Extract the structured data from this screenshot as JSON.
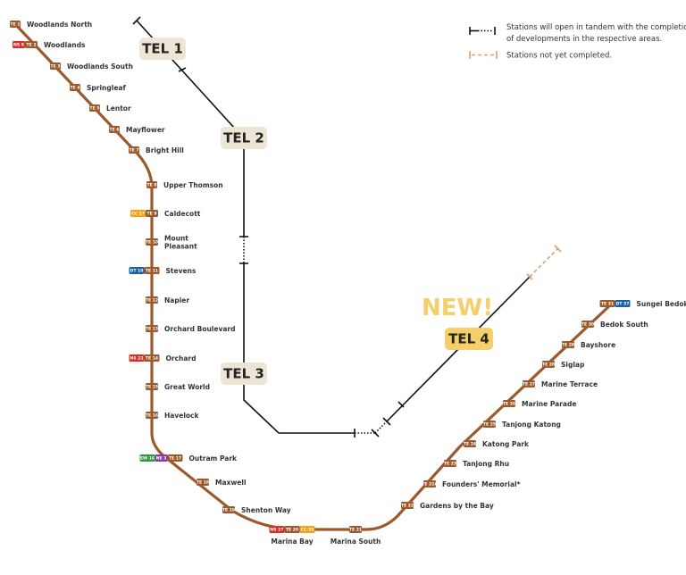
{
  "colors": {
    "tel": "#9c5a2c",
    "ns": "#d42e27",
    "cc": "#f4a01c",
    "dt": "#1960a8",
    "ew": "#2c9a3f",
    "ne": "#8d3c9e",
    "stage_badge": "#ede6d6",
    "new_badge": "#f5cf6a",
    "new_text": "#f5cf6a",
    "pending": "#d9a070"
  },
  "stages": {
    "tel1": "TEL 1",
    "tel2": "TEL 2",
    "tel3": "TEL 3",
    "tel4": "TEL 4",
    "new": "NEW!"
  },
  "legend": {
    "tandem_line1": "Stations will open in tandem with the completion",
    "tandem_line2": "of developments in the respective areas.",
    "not_completed": "Stations not yet completed."
  },
  "stations": [
    {
      "name": "Woodlands North",
      "codes": [
        {
          "text": "TE 1",
          "line": "tel"
        }
      ]
    },
    {
      "name": "Woodlands",
      "codes": [
        {
          "text": "NS 9",
          "line": "ns"
        },
        {
          "text": "TE 2",
          "line": "tel"
        }
      ]
    },
    {
      "name": "Woodlands South",
      "codes": [
        {
          "text": "TE 3",
          "line": "tel"
        }
      ]
    },
    {
      "name": "Springleaf",
      "codes": [
        {
          "text": "TE 4",
          "line": "tel"
        }
      ]
    },
    {
      "name": "Lentor",
      "codes": [
        {
          "text": "TE 5",
          "line": "tel"
        }
      ]
    },
    {
      "name": "Mayflower",
      "codes": [
        {
          "text": "TE 6",
          "line": "tel"
        }
      ]
    },
    {
      "name": "Bright Hill",
      "codes": [
        {
          "text": "TE 7",
          "line": "tel"
        }
      ]
    },
    {
      "name": "Upper Thomson",
      "codes": [
        {
          "text": "TE 8",
          "line": "tel"
        }
      ]
    },
    {
      "name": "Caldecott",
      "codes": [
        {
          "text": "CC 17",
          "line": "cc"
        },
        {
          "text": "TE 9",
          "line": "tel"
        }
      ]
    },
    {
      "name": "Mount",
      "name2": "Pleasant",
      "codes": [
        {
          "text": "TE 10",
          "line": "tel"
        }
      ]
    },
    {
      "name": "Stevens",
      "codes": [
        {
          "text": "DT 10",
          "line": "dt"
        },
        {
          "text": "TE 11",
          "line": "tel"
        }
      ]
    },
    {
      "name": "Napier",
      "codes": [
        {
          "text": "TE 12",
          "line": "tel"
        }
      ]
    },
    {
      "name": "Orchard Boulevard",
      "codes": [
        {
          "text": "TE 13",
          "line": "tel"
        }
      ]
    },
    {
      "name": "Orchard",
      "codes": [
        {
          "text": "NS 22",
          "line": "ns"
        },
        {
          "text": "TE 14",
          "line": "tel"
        }
      ]
    },
    {
      "name": "Great World",
      "codes": [
        {
          "text": "TE 15",
          "line": "tel"
        }
      ]
    },
    {
      "name": "Havelock",
      "codes": [
        {
          "text": "TE 16",
          "line": "tel"
        }
      ]
    },
    {
      "name": "Outram Park",
      "codes": [
        {
          "text": "EW 16",
          "line": "ew"
        },
        {
          "text": "NE 3",
          "line": "ne"
        },
        {
          "text": "TE 17",
          "line": "tel"
        }
      ]
    },
    {
      "name": "Maxwell",
      "codes": [
        {
          "text": "TE 18",
          "line": "tel"
        }
      ]
    },
    {
      "name": "Shenton Way",
      "codes": [
        {
          "text": "TE 19",
          "line": "tel"
        }
      ]
    },
    {
      "name": "Marina Bay",
      "codes": [
        {
          "text": "NS 27",
          "line": "ns"
        },
        {
          "text": "TE 20",
          "line": "tel"
        },
        {
          "text": "CC 33",
          "line": "cc"
        }
      ]
    },
    {
      "name": "Marina South",
      "codes": [
        {
          "text": "TE 21",
          "line": "tel"
        }
      ]
    },
    {
      "name": "Gardens by the Bay",
      "codes": [
        {
          "text": "TE 22",
          "line": "tel"
        }
      ]
    },
    {
      "name": "Founders' Memorial*",
      "codes": [
        {
          "text": "TE 22A",
          "line": "tel"
        }
      ]
    },
    {
      "name": "Tanjong Rhu",
      "codes": [
        {
          "text": "TE 23",
          "line": "tel"
        }
      ]
    },
    {
      "name": "Katong Park",
      "codes": [
        {
          "text": "TE 24",
          "line": "tel"
        }
      ]
    },
    {
      "name": "Tanjong Katong",
      "codes": [
        {
          "text": "TE 25",
          "line": "tel"
        }
      ]
    },
    {
      "name": "Marine Parade",
      "codes": [
        {
          "text": "TE 26",
          "line": "tel"
        }
      ]
    },
    {
      "name": "Marine Terrace",
      "codes": [
        {
          "text": "TE 27",
          "line": "tel"
        }
      ]
    },
    {
      "name": "Siglap",
      "codes": [
        {
          "text": "TE 28",
          "line": "tel"
        }
      ]
    },
    {
      "name": "Bayshore",
      "codes": [
        {
          "text": "TE 29",
          "line": "tel"
        }
      ]
    },
    {
      "name": "Bedok South",
      "codes": [
        {
          "text": "TE 30",
          "line": "tel"
        }
      ]
    },
    {
      "name": "Sungei Bedok",
      "codes": [
        {
          "text": "TE 31",
          "line": "tel"
        },
        {
          "text": "DT 37",
          "line": "dt"
        }
      ]
    }
  ]
}
